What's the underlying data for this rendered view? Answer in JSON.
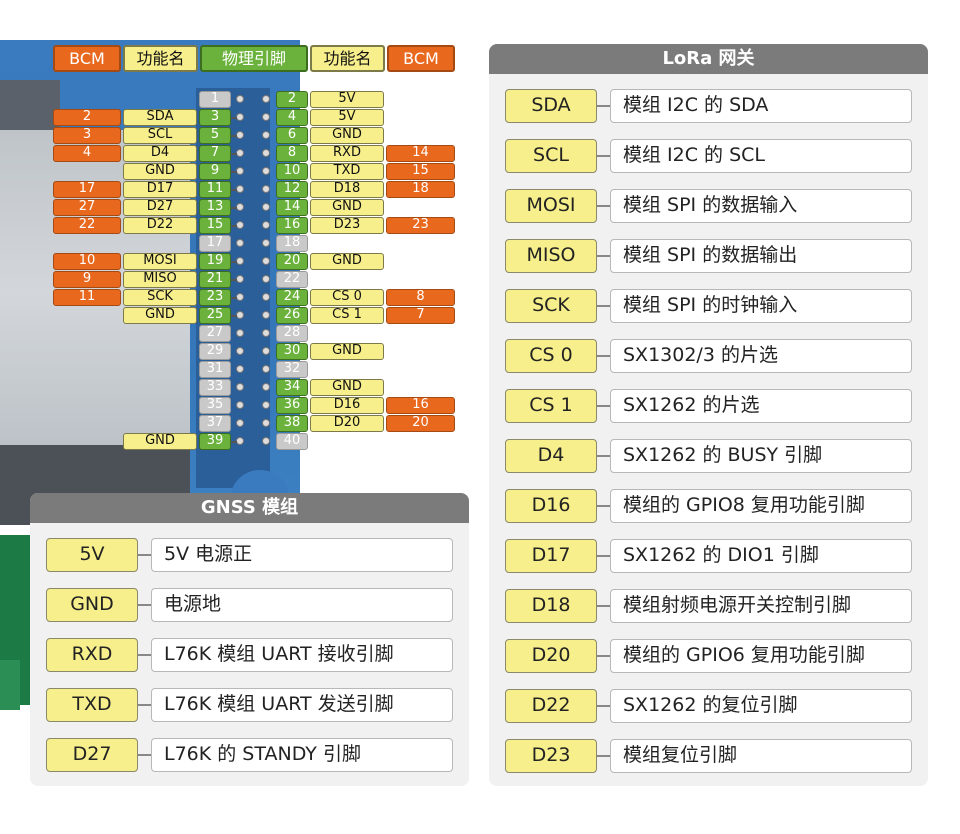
{
  "header": {
    "bcm_left": "BCM",
    "func_left": "功能名",
    "physical": "物理引脚",
    "func_right": "功能名",
    "bcm_right": "BCM"
  },
  "pins": [
    {
      "n": 1,
      "fn": "",
      "bcm": "",
      "active": false
    },
    {
      "n": 2,
      "fn": "5V",
      "bcm": "",
      "active": true
    },
    {
      "n": 3,
      "fn": "SDA",
      "bcm": "2",
      "active": true
    },
    {
      "n": 4,
      "fn": "5V",
      "bcm": "",
      "active": true
    },
    {
      "n": 5,
      "fn": "SCL",
      "bcm": "3",
      "active": true
    },
    {
      "n": 6,
      "fn": "GND",
      "bcm": "",
      "active": true
    },
    {
      "n": 7,
      "fn": "D4",
      "bcm": "4",
      "active": true
    },
    {
      "n": 8,
      "fn": "RXD",
      "bcm": "14",
      "active": true
    },
    {
      "n": 9,
      "fn": "GND",
      "bcm": "",
      "active": true
    },
    {
      "n": 10,
      "fn": "TXD",
      "bcm": "15",
      "active": true
    },
    {
      "n": 11,
      "fn": "D17",
      "bcm": "17",
      "active": true
    },
    {
      "n": 12,
      "fn": "D18",
      "bcm": "18",
      "active": true
    },
    {
      "n": 13,
      "fn": "D27",
      "bcm": "27",
      "active": true
    },
    {
      "n": 14,
      "fn": "GND",
      "bcm": "",
      "active": true
    },
    {
      "n": 15,
      "fn": "D22",
      "bcm": "22",
      "active": true
    },
    {
      "n": 16,
      "fn": "D23",
      "bcm": "23",
      "active": true
    },
    {
      "n": 17,
      "fn": "",
      "bcm": "",
      "active": false
    },
    {
      "n": 18,
      "fn": "",
      "bcm": "",
      "active": false
    },
    {
      "n": 19,
      "fn": "MOSI",
      "bcm": "10",
      "active": true
    },
    {
      "n": 20,
      "fn": "GND",
      "bcm": "",
      "active": true
    },
    {
      "n": 21,
      "fn": "MISO",
      "bcm": "9",
      "active": true
    },
    {
      "n": 22,
      "fn": "",
      "bcm": "",
      "active": false
    },
    {
      "n": 23,
      "fn": "SCK",
      "bcm": "11",
      "active": true
    },
    {
      "n": 24,
      "fn": "CS 0",
      "bcm": "8",
      "active": true
    },
    {
      "n": 25,
      "fn": "GND",
      "bcm": "",
      "active": true
    },
    {
      "n": 26,
      "fn": "CS 1",
      "bcm": "7",
      "active": true
    },
    {
      "n": 27,
      "fn": "",
      "bcm": "",
      "active": false
    },
    {
      "n": 28,
      "fn": "",
      "bcm": "",
      "active": false
    },
    {
      "n": 29,
      "fn": "",
      "bcm": "",
      "active": false
    },
    {
      "n": 30,
      "fn": "GND",
      "bcm": "",
      "active": true
    },
    {
      "n": 31,
      "fn": "",
      "bcm": "",
      "active": false
    },
    {
      "n": 32,
      "fn": "",
      "bcm": "",
      "active": false
    },
    {
      "n": 33,
      "fn": "",
      "bcm": "",
      "active": false
    },
    {
      "n": 34,
      "fn": "GND",
      "bcm": "",
      "active": true
    },
    {
      "n": 35,
      "fn": "",
      "bcm": "",
      "active": false
    },
    {
      "n": 36,
      "fn": "D16",
      "bcm": "16",
      "active": true
    },
    {
      "n": 37,
      "fn": "",
      "bcm": "",
      "active": false
    },
    {
      "n": 38,
      "fn": "D20",
      "bcm": "20",
      "active": true
    },
    {
      "n": 39,
      "fn": "GND",
      "bcm": "",
      "active": true
    },
    {
      "n": 40,
      "fn": "",
      "bcm": "",
      "active": false
    }
  ],
  "lora": {
    "title": "LoRa 网关",
    "rows": [
      {
        "sig": "SDA",
        "desc": "模组 I2C 的 SDA"
      },
      {
        "sig": "SCL",
        "desc": "模组 I2C 的 SCL"
      },
      {
        "sig": "MOSI",
        "desc": "模组 SPI 的数据输入"
      },
      {
        "sig": "MISO",
        "desc": "模组 SPI 的数据输出"
      },
      {
        "sig": "SCK",
        "desc": "模组 SPI 的时钟输入"
      },
      {
        "sig": "CS 0",
        "desc": "SX1302/3 的片选"
      },
      {
        "sig": "CS 1",
        "desc": "SX1262 的片选"
      },
      {
        "sig": "D4",
        "desc": "SX1262 的 BUSY 引脚"
      },
      {
        "sig": "D16",
        "desc": "模组的 GPIO8 复用功能引脚"
      },
      {
        "sig": "D17",
        "desc": "SX1262 的 DIO1 引脚"
      },
      {
        "sig": "D18",
        "desc": "模组射频电源开关控制引脚"
      },
      {
        "sig": "D20",
        "desc": "模组的 GPIO6 复用功能引脚"
      },
      {
        "sig": "D22",
        "desc": "SX1262 的复位引脚"
      },
      {
        "sig": "D23",
        "desc": "模组复位引脚"
      }
    ]
  },
  "gnss": {
    "title": "GNSS 模组",
    "rows": [
      {
        "sig": "5V",
        "desc": "5V 电源正"
      },
      {
        "sig": "GND",
        "desc": "电源地"
      },
      {
        "sig": "RXD",
        "desc": "L76K 模组 UART 接收引脚"
      },
      {
        "sig": "TXD",
        "desc": "L76K 模组 UART 发送引脚"
      },
      {
        "sig": "D27",
        "desc": "L76K 的 STANDY 引脚"
      }
    ]
  },
  "colors": {
    "bcm": "#e8681e",
    "function": "#f7ef8c",
    "physical_active": "#6ab23b",
    "physical_inactive": "#c9c9c9",
    "panel_title": "#7b7b7b"
  }
}
